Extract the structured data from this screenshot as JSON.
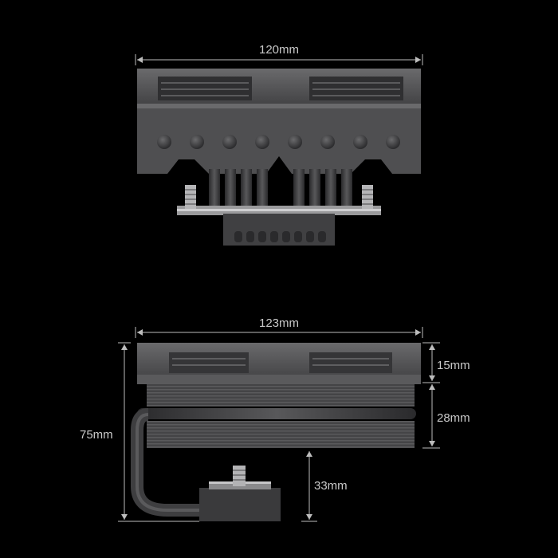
{
  "dimensions": {
    "top_width": "120mm",
    "bottom_width": "123mm",
    "total_height": "75mm",
    "fan_height": "15mm",
    "fin_height": "28mm",
    "clearance_height": "33mm"
  },
  "colors": {
    "background": "#000000",
    "dimension_line": "#bdbdbd",
    "dimension_text": "#c9c9c9",
    "cooler_body": "#555557",
    "cooler_dark": "#2f2f31",
    "cooler_light": "#7a7a7c"
  }
}
